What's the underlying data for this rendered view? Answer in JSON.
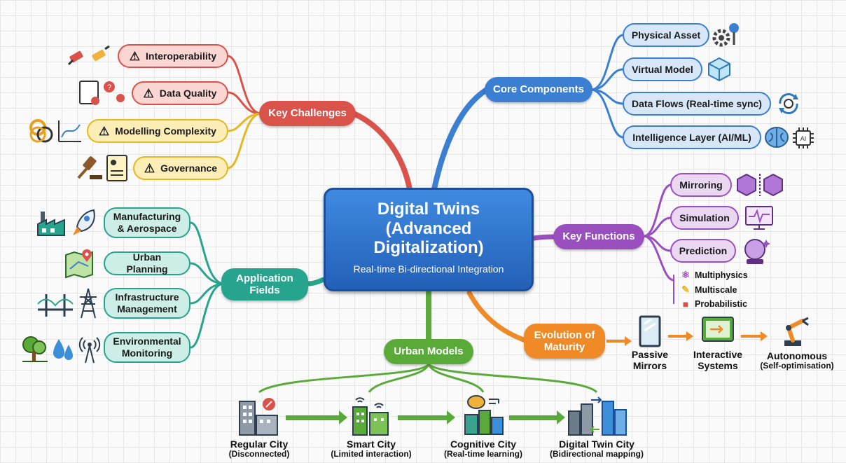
{
  "center": {
    "title_line1": "Digital Twins",
    "title_line2": "(Advanced",
    "title_line3": "Digitalization)",
    "subtitle": "Real-time Bi-directional Integration"
  },
  "key_challenges": {
    "label": "Key Challenges",
    "items": [
      "Interoperability",
      "Data Quality",
      "Modelling Complexity",
      "Governance"
    ]
  },
  "core_components": {
    "label": "Core Components",
    "items": [
      "Physical Asset",
      "Virtual Model",
      "Data Flows (Real-time sync)",
      "Intelligence Layer (AI/ML)"
    ]
  },
  "key_functions": {
    "label": "Key Functions",
    "items": [
      "Mirroring",
      "Simulation",
      "Prediction"
    ],
    "sub_items": [
      "Multiphysics",
      "Multiscale",
      "Probabilistic"
    ]
  },
  "application_fields": {
    "label_line1": "Application",
    "label_line2": "Fields",
    "items": [
      {
        "line1": "Manufacturing",
        "line2": "& Aerospace"
      },
      {
        "line1": "Urban Planning",
        "line2": ""
      },
      {
        "line1": "Infrastructure",
        "line2": "Management"
      },
      {
        "line1": "Environmental",
        "line2": "Monitoring"
      }
    ]
  },
  "evolution": {
    "label_line1": "Evolution of",
    "label_line2": "Maturity",
    "stages": [
      {
        "line1": "Passive",
        "line2": "Mirrors"
      },
      {
        "line1": "Interactive",
        "line2": "Systems"
      },
      {
        "line1": "Autonomous",
        "line2": "(Self-optimisation)"
      }
    ]
  },
  "urban_models": {
    "label": "Urban Models",
    "stages": [
      {
        "name": "Regular City",
        "note": "(Disconnected)"
      },
      {
        "name": "Smart City",
        "note": "(Limited interaction)"
      },
      {
        "name": "Cognitive City",
        "note": "(Real-time learning)"
      },
      {
        "name": "Digital Twin City",
        "note": "(Bidirectional mapping)"
      }
    ]
  },
  "colors": {
    "challenges": "#d9534a",
    "challenges_yellow": "#e5b81f",
    "components": "#3a7fd1",
    "functions": "#9a4fbf",
    "applications": "#26a48d",
    "evolution": "#ef8a27",
    "urban": "#5aaa3a",
    "center": "#2f6fc7"
  },
  "icons": [
    "plug-icon",
    "data-error-icon",
    "knot-icon",
    "gavel-icon",
    "document-icon",
    "gears-icon",
    "cube-icon",
    "sync-icon",
    "brain-icon",
    "chip-icon",
    "mirror-cubes-icon",
    "monitor-icon",
    "crystal-ball-icon",
    "factory-icon",
    "rocket-icon",
    "map-icon",
    "bridge-icon",
    "pylon-icon",
    "tree-icon",
    "water-drop-icon",
    "antenna-icon",
    "mirror-icon",
    "tablet-icon",
    "robot-arm-icon",
    "building-icon",
    "smart-building-icon",
    "cognitive-building-icon",
    "twin-building-icon"
  ]
}
